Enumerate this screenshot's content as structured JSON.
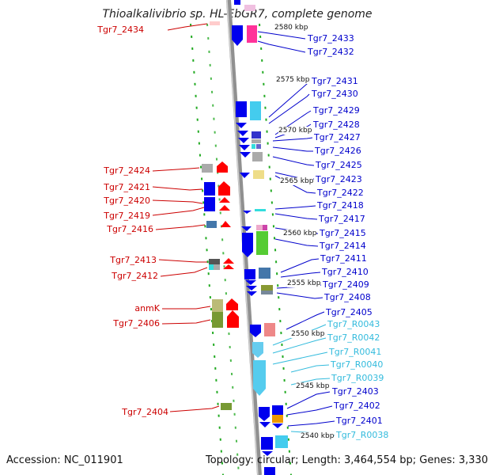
{
  "title": "Thioalkalivibrio sp. HL-EbGR7, complete genome",
  "footer": {
    "accession": "Accession: NC_011901",
    "summary": "Topology: circular; Length: 3,464,554 bp; Genes: 3,330"
  },
  "scale_labels": [
    "2580 kbp",
    "2575 kbp",
    "2570 kbp",
    "2565 kbp",
    "2560 kbp",
    "2555 kbp",
    "2550 kbp",
    "2545 kbp",
    "2540 kbp"
  ],
  "left_labels": [
    "Tgr7_2434",
    "Tgr7_2424",
    "Tgr7_2421",
    "Tgr7_2420",
    "Tgr7_2419",
    "Tgr7_2416",
    "Tgr7_2413",
    "Tgr7_2412",
    "anmK",
    "Tgr7_2406",
    "Tgr7_2404"
  ],
  "right_labels": [
    "Tgr7_2433",
    "Tgr7_2432",
    "Tgr7_2431",
    "Tgr7_2430",
    "Tgr7_2429",
    "Tgr7_2428",
    "Tgr7_2427",
    "Tgr7_2426",
    "Tgr7_2425",
    "Tgr7_2423",
    "Tgr7_2422",
    "Tgr7_2418",
    "Tgr7_2417",
    "Tgr7_2415",
    "Tgr7_2414",
    "Tgr7_2411",
    "Tgr7_2410",
    "Tgr7_2409",
    "Tgr7_2408",
    "Tgr7_2405"
  ],
  "rna_labels": [
    "Tgr7_R0043",
    "Tgr7_R0042",
    "Tgr7_R0041",
    "Tgr7_R0040",
    "Tgr7_R0039",
    "Tgr7_2403",
    "Tgr7_2402",
    "Tgr7_2401",
    "Tgr7_R0038"
  ],
  "colors": {
    "protein_label": "#cc0000",
    "right_label": "#0000cc",
    "rna_label": "#33bbdd",
    "reverse_strand": "#ff0000",
    "forward_strand": "#0000ee",
    "backbone": "#909090",
    "tick": "#22aa22"
  }
}
